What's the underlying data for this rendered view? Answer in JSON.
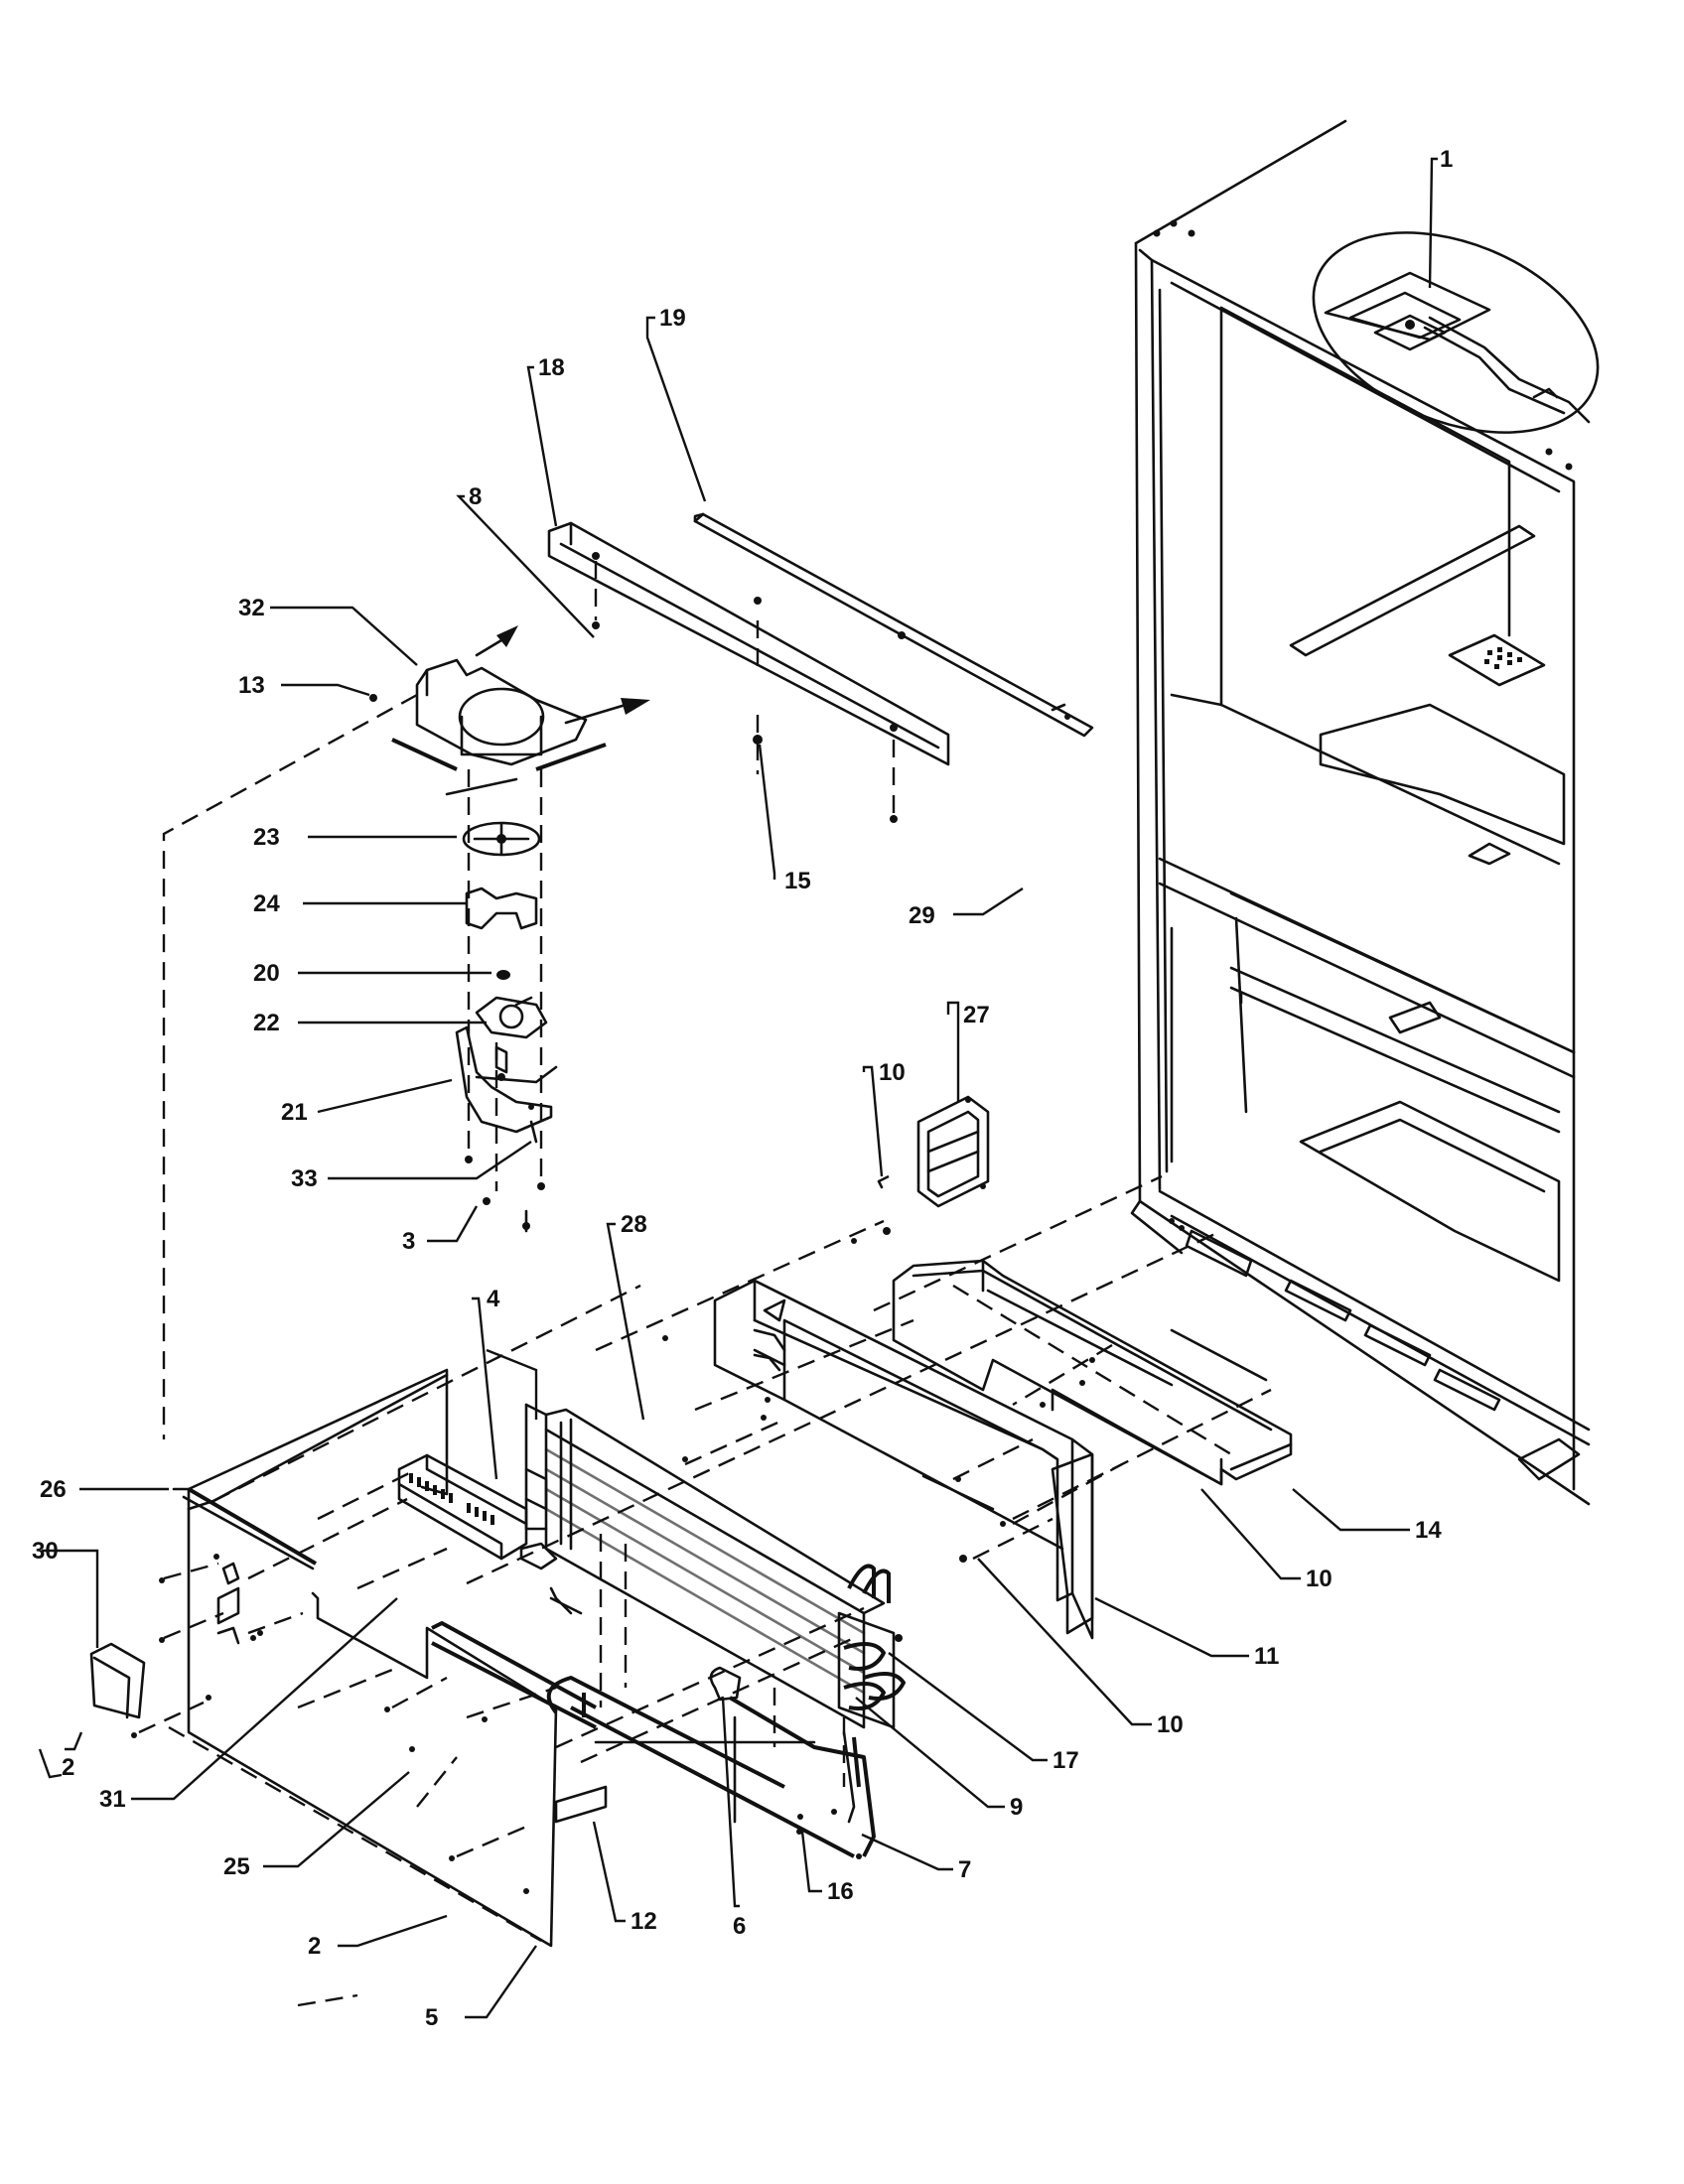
{
  "diagram": {
    "callouts": [
      {
        "id": "c1",
        "label": "1"
      },
      {
        "id": "c19",
        "label": "19"
      },
      {
        "id": "c18",
        "label": "18"
      },
      {
        "id": "c8",
        "label": "8"
      },
      {
        "id": "c32",
        "label": "32"
      },
      {
        "id": "c13",
        "label": "13"
      },
      {
        "id": "c23",
        "label": "23"
      },
      {
        "id": "c24",
        "label": "24"
      },
      {
        "id": "c15",
        "label": "15"
      },
      {
        "id": "c29",
        "label": "29"
      },
      {
        "id": "c20",
        "label": "20"
      },
      {
        "id": "c22",
        "label": "22"
      },
      {
        "id": "c27",
        "label": "27"
      },
      {
        "id": "c10a",
        "label": "10"
      },
      {
        "id": "c21",
        "label": "21"
      },
      {
        "id": "c33",
        "label": "33"
      },
      {
        "id": "c3",
        "label": "3"
      },
      {
        "id": "c28",
        "label": "28"
      },
      {
        "id": "c4",
        "label": "4"
      },
      {
        "id": "c26",
        "label": "26"
      },
      {
        "id": "c14",
        "label": "14"
      },
      {
        "id": "c30",
        "label": "30"
      },
      {
        "id": "c10b",
        "label": "10"
      },
      {
        "id": "c11",
        "label": "11"
      },
      {
        "id": "c2a",
        "label": "2"
      },
      {
        "id": "c10c",
        "label": "10"
      },
      {
        "id": "c31",
        "label": "31"
      },
      {
        "id": "c17",
        "label": "17"
      },
      {
        "id": "c9",
        "label": "9"
      },
      {
        "id": "c25",
        "label": "25"
      },
      {
        "id": "c7",
        "label": "7"
      },
      {
        "id": "c16",
        "label": "16"
      },
      {
        "id": "c6",
        "label": "6"
      },
      {
        "id": "c12",
        "label": "12"
      },
      {
        "id": "c2b",
        "label": "2"
      },
      {
        "id": "c5",
        "label": "5"
      }
    ]
  }
}
